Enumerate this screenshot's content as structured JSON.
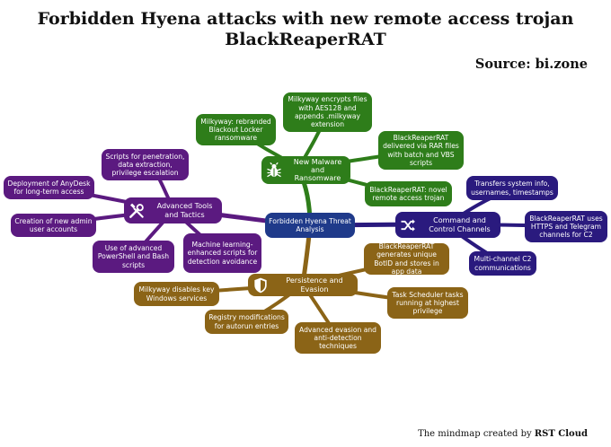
{
  "title_line1": "Forbidden Hyena attacks with new remote access trojan",
  "title_line2": "BlackReaperRAT",
  "source": "Source: bi.zone",
  "footer_prefix": "The mindmap created by",
  "footer_brand": "RST Cloud",
  "colors": {
    "root": "#1f3a8a",
    "malware": "#2e7d1a",
    "tools": "#5b1a80",
    "c2": "#2a1a7e",
    "persistence": "#8b6417"
  },
  "root": {
    "label": "Forbidden Hyena Threat Analysis"
  },
  "branches": {
    "malware": {
      "label": "New Malware and Ransomware",
      "icon": "bug-icon",
      "children": [
        "Milkyway: rebranded Blackout Locker ransomware",
        "Milkyway encrypts files with AES128 and appends .milkyway extension",
        "BlackReaperRAT delivered via RAR files with batch and VBS scripts",
        "BlackReaperRAT: novel remote access trojan"
      ]
    },
    "tools": {
      "label": "Advanced Tools and Tactics",
      "icon": "tools-icon",
      "children": [
        "Scripts for penetration, data extraction, privilege escalation",
        "Deployment of AnyDesk for long-term access",
        "Creation of new admin user accounts",
        "Use of advanced PowerShell and Bash scripts",
        "Machine learning-enhanced scripts for detection avoidance"
      ]
    },
    "c2": {
      "label": "Command and Control Channels",
      "icon": "shuffle-icon",
      "children": [
        "Transfers system info, usernames, timestamps",
        "BlackReaperRAT uses HTTPS and Telegram channels for C2",
        "Multi-channel C2 communications"
      ]
    },
    "persistence": {
      "label": "Persistence and Evasion",
      "icon": "shield-icon",
      "children": [
        "BlackReaperRAT generates unique BotID and stores in app data",
        "Milkyway disables key Windows services",
        "Task Scheduler tasks running at highest privilege",
        "Registry modifications for autorun entries",
        "Advanced evasion and anti-detection techniques"
      ]
    }
  }
}
